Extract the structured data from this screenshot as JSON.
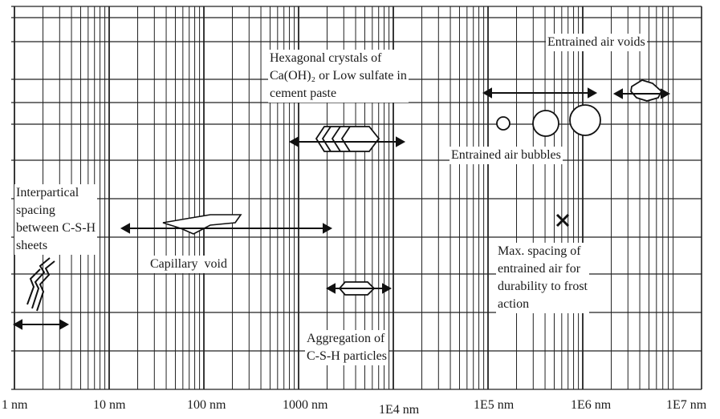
{
  "labels": {
    "hexagonal": [
      "Hexagonal crystals of",
      "Ca(OH)₂ or Low sulfate in",
      "cement paste"
    ],
    "entrained_voids": "Entrained air voids",
    "entrained_bubbles": "Entrained air bubbles",
    "interparticle": [
      "Interpartical",
      "spacing",
      "between C-S-H",
      "sheets"
    ],
    "capillary": "Capillary  void",
    "max_spacing": [
      "Max. spacing of",
      "entrained air for",
      "durability to frost",
      "action"
    ],
    "aggregation": [
      "Aggregation of",
      "C-S-H particles"
    ]
  },
  "axis_ticks": [
    "1 nm",
    "10 nm",
    "100 nm",
    "1000 nm",
    "1E4 nm",
    "1E5 nm",
    "1E6 nm",
    "1E7 nm"
  ],
  "colors": {
    "grid": "#222222",
    "ink": "#111111"
  }
}
